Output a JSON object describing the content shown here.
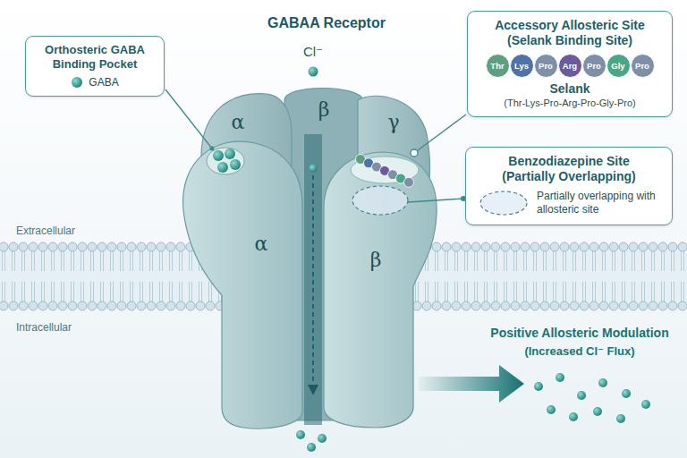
{
  "diagram": {
    "title": "GABAA Receptor",
    "nodes": [
      {
        "text": [
          "Orthosteric GABA Binding Pocket",
          "GABA"
        ]
      },
      {
        "text": [
          "Accessory Allosteric Site (Selank Binding Site)",
          "Selank",
          "(Thr-Lys-Pro-Arg-Pro-Gly-Pro)"
        ]
      },
      {
        "text": [
          "Thr"
        ],
        "in": 1
      },
      {
        "text": [
          "Lys"
        ],
        "in": 1
      },
      {
        "text": [
          "Pro"
        ],
        "in": 1
      },
      {
        "text": [
          "Arg"
        ],
        "in": 1
      },
      {
        "text": [
          "Pro"
        ],
        "in": 1
      },
      {
        "text": [
          "Gly"
        ],
        "in": 1
      },
      {
        "text": [
          "Pro"
        ],
        "in": 1
      },
      {
        "text": [
          "Benzodiazepine Site (Partially Overlapping)",
          "Partially overlapping with allosteric site"
        ]
      }
    ],
    "labels": [
      "Cl⁻",
      "α",
      "β",
      "γ",
      "α",
      "β",
      "Extracellular",
      "Intracellular",
      "Positive Allosteric Modulation",
      "(Increased Cl⁻ Flux)"
    ]
  }
}
